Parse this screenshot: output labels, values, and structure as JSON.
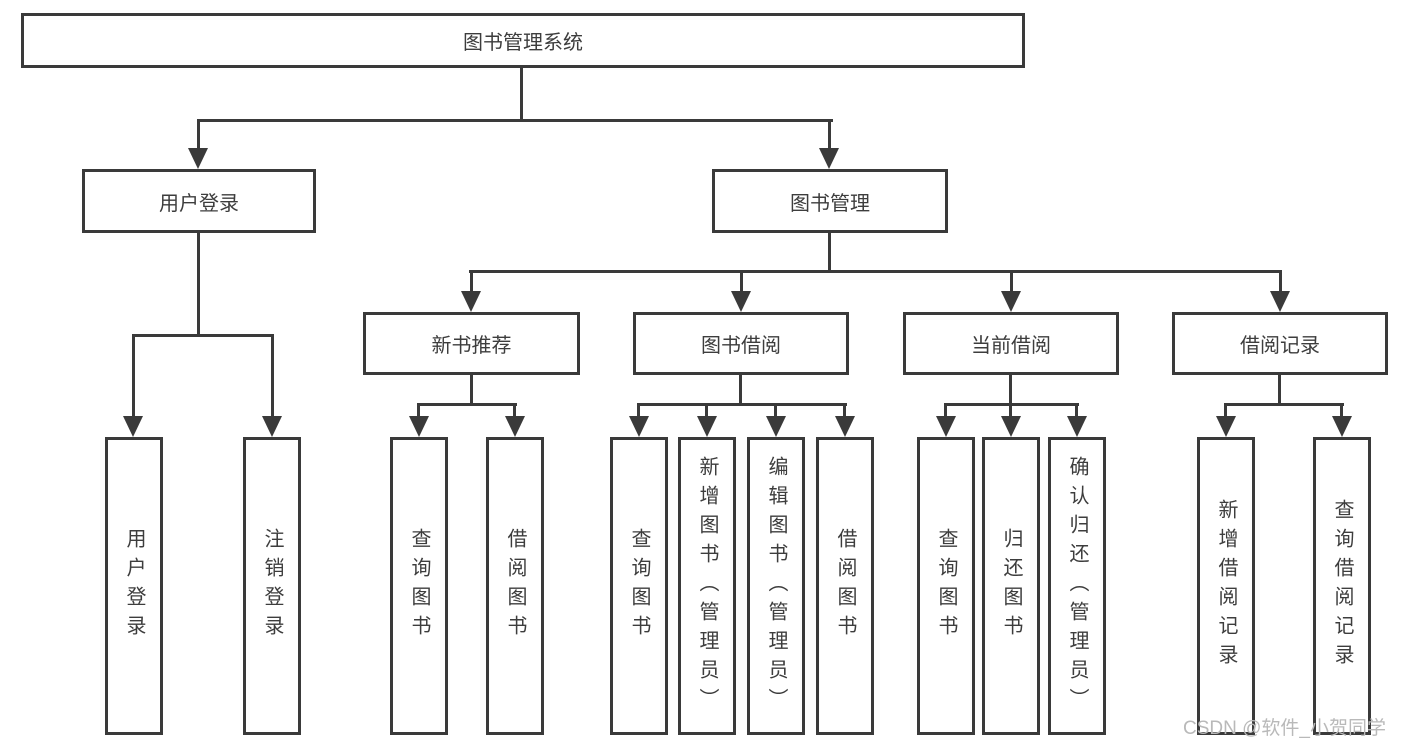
{
  "nodes": {
    "root": {
      "label": "图书管理系统"
    },
    "user_login": {
      "label": "用户登录"
    },
    "book_management": {
      "label": "图书管理"
    },
    "new_book_recommend": {
      "label": "新书推荐"
    },
    "book_borrow": {
      "label": "图书借阅"
    },
    "current_borrow": {
      "label": "当前借阅"
    },
    "borrow_records": {
      "label": "借阅记录"
    },
    "leaf_user_login": {
      "label": "用户登录"
    },
    "leaf_logout": {
      "label": "注销登录"
    },
    "leaf_query_books_recommend": {
      "label": "查询图书"
    },
    "leaf_borrow_books_recommend": {
      "label": "借阅图书"
    },
    "leaf_query_books_borrow": {
      "label": "查询图书"
    },
    "leaf_add_books_admin": {
      "label": "新增图书（管理员）"
    },
    "leaf_edit_books_admin": {
      "label": "编辑图书（管理员）"
    },
    "leaf_borrow_books_borrow": {
      "label": "借阅图书"
    },
    "leaf_query_books_current": {
      "label": "查询图书"
    },
    "leaf_return_books": {
      "label": "归还图书"
    },
    "leaf_confirm_return_admin": {
      "label": "确认归还（管理员）"
    },
    "leaf_add_borrow_record": {
      "label": "新增借阅记录"
    },
    "leaf_query_borrow_record": {
      "label": "查询借阅记录"
    }
  },
  "watermark": {
    "text": "CSDN @软件_小贺同学"
  },
  "colors": {
    "line": "#3a3a3a",
    "text": "#3d3d3d",
    "watermark": "#b9b9b9",
    "background": "#ffffff"
  }
}
